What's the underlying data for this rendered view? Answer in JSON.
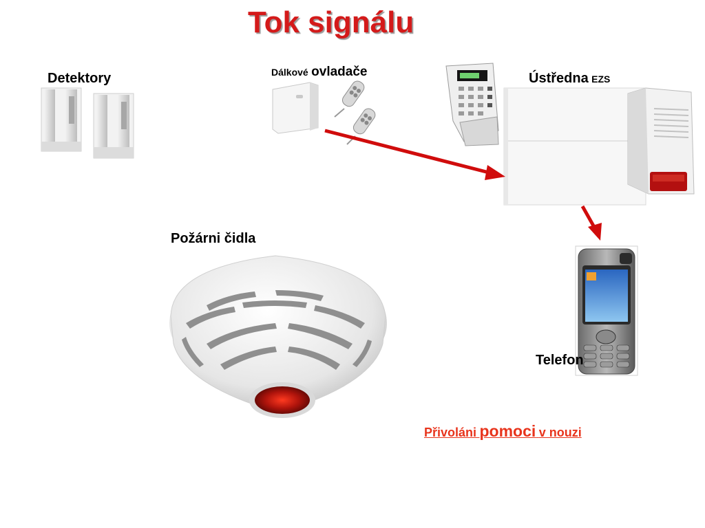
{
  "title": "Tok signálu",
  "labels": {
    "detectors": "Detektory",
    "remote_small": "Dálkové",
    "remote_large": "ovladače",
    "panel_main": "Ústředna",
    "panel_sub": "EZS",
    "fire": "Požárni čidla",
    "phone": "Telefon"
  },
  "help": {
    "part1": "Přivoláni",
    "part2": "pomoci",
    "part3": "v nouzi"
  },
  "colors": {
    "title": "#d41a1a",
    "arrow": "#d00c0c",
    "help_link": "#e8341c"
  },
  "images": {
    "detectors": "window-magnetic-contact-icon",
    "remote_receiver": "wireless-receiver-icon",
    "remote_keyfobs": "keyfob-remote-icon",
    "keypad": "alarm-keypad-icon",
    "control_panel": "alarm-control-panel-icon",
    "siren": "outdoor-siren-icon",
    "smoke_detector": "smoke-detector-icon",
    "phone": "mobile-phone-icon"
  }
}
